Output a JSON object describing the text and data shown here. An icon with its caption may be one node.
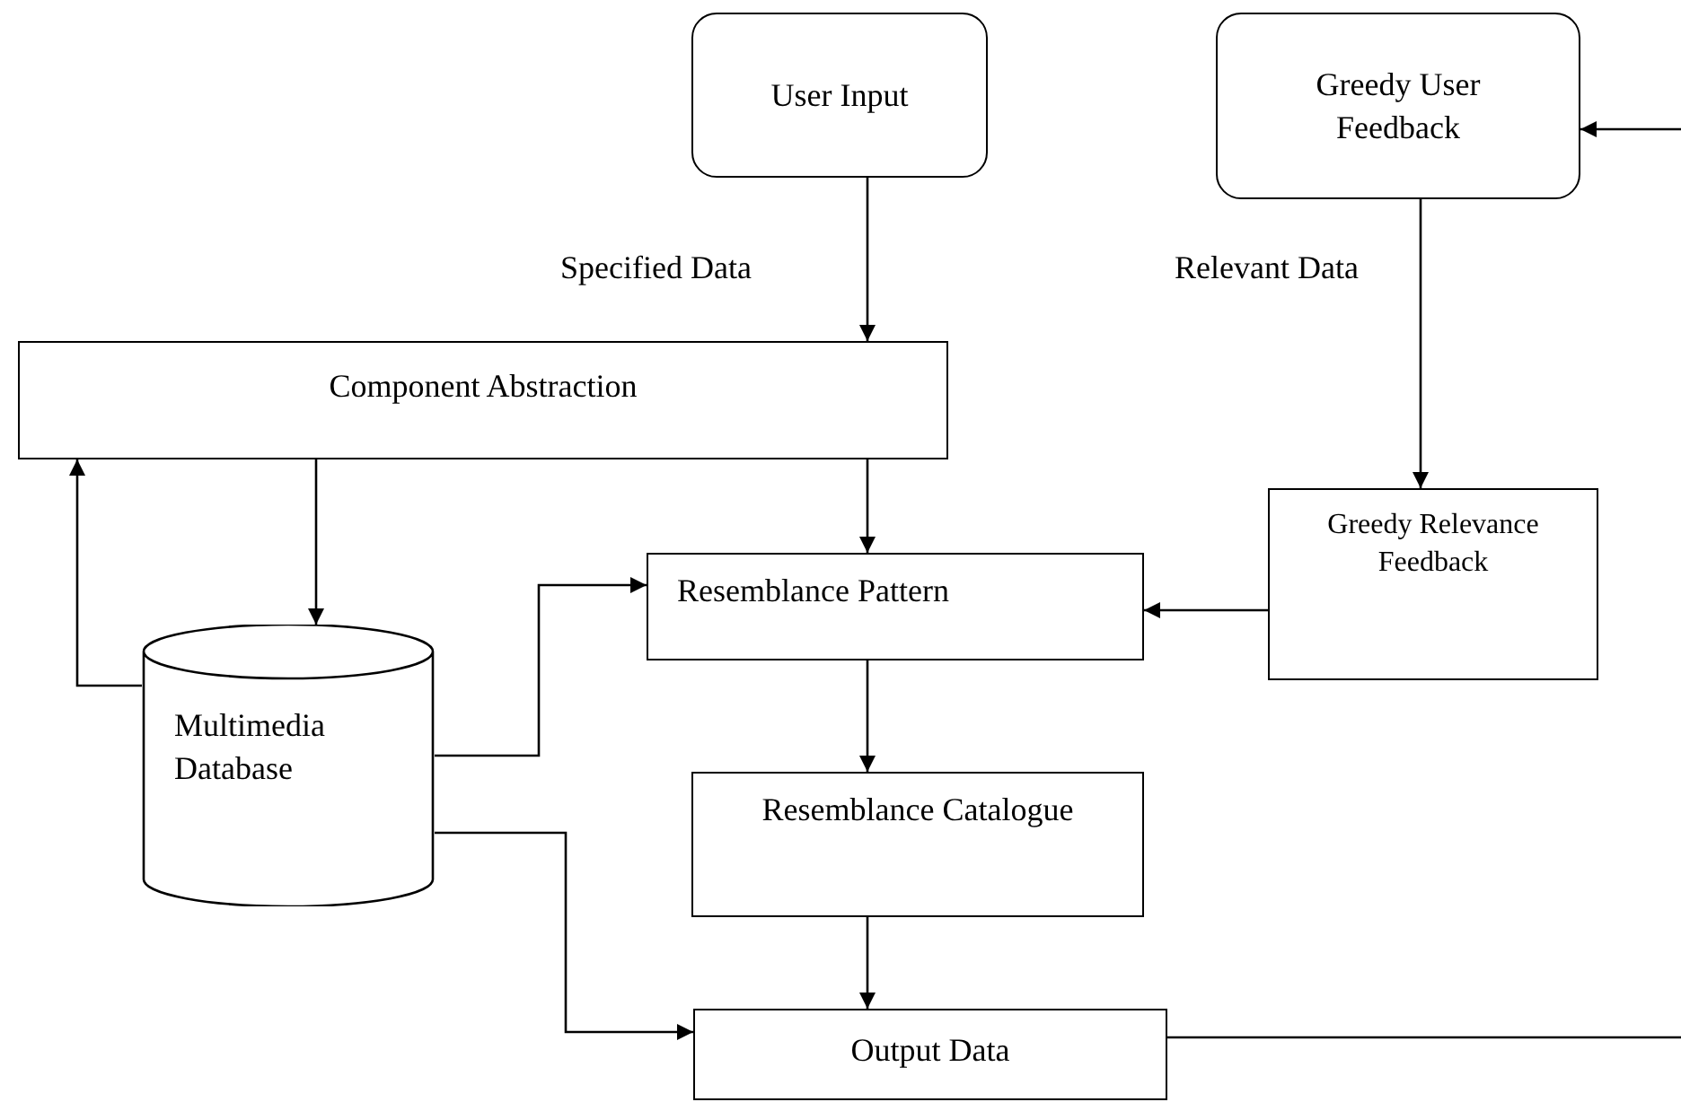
{
  "diagram": {
    "nodes": [
      {
        "text": [
          "User Input"
        ]
      },
      {
        "text": [
          "Greedy User Feedback"
        ]
      },
      {
        "text": [
          "Component Abstraction"
        ]
      },
      {
        "text": [
          "Resemblance Pattern"
        ]
      },
      {
        "text": [
          "Greedy Relevance Feedback"
        ]
      },
      {
        "text": [
          "Multimedia Database"
        ]
      },
      {
        "text": [
          "Resemblance Catalogue"
        ]
      },
      {
        "text": [
          "Output Data"
        ]
      }
    ],
    "edges": [
      {
        "from": 0,
        "to": 2,
        "arrow": "to",
        "label": "Specified Data"
      },
      {
        "from": 1,
        "to": 4,
        "arrow": "to",
        "label": "Relevant Data"
      },
      {
        "from": 2,
        "to": 5,
        "arrow": "to"
      },
      {
        "from": 5,
        "to": 2,
        "arrow": "to"
      },
      {
        "from": 2,
        "to": 3,
        "arrow": "to"
      },
      {
        "from": 4,
        "to": 3,
        "arrow": "to"
      },
      {
        "from": 5,
        "to": 3,
        "arrow": "to"
      },
      {
        "from": 3,
        "to": 6,
        "arrow": "to"
      },
      {
        "from": 6,
        "to": 7,
        "arrow": "to"
      },
      {
        "from": 5,
        "to": 7,
        "arrow": "to"
      },
      {
        "from": 7,
        "to": null,
        "arrow": "none"
      },
      {
        "from": null,
        "to": 1,
        "arrow": "to"
      }
    ]
  }
}
